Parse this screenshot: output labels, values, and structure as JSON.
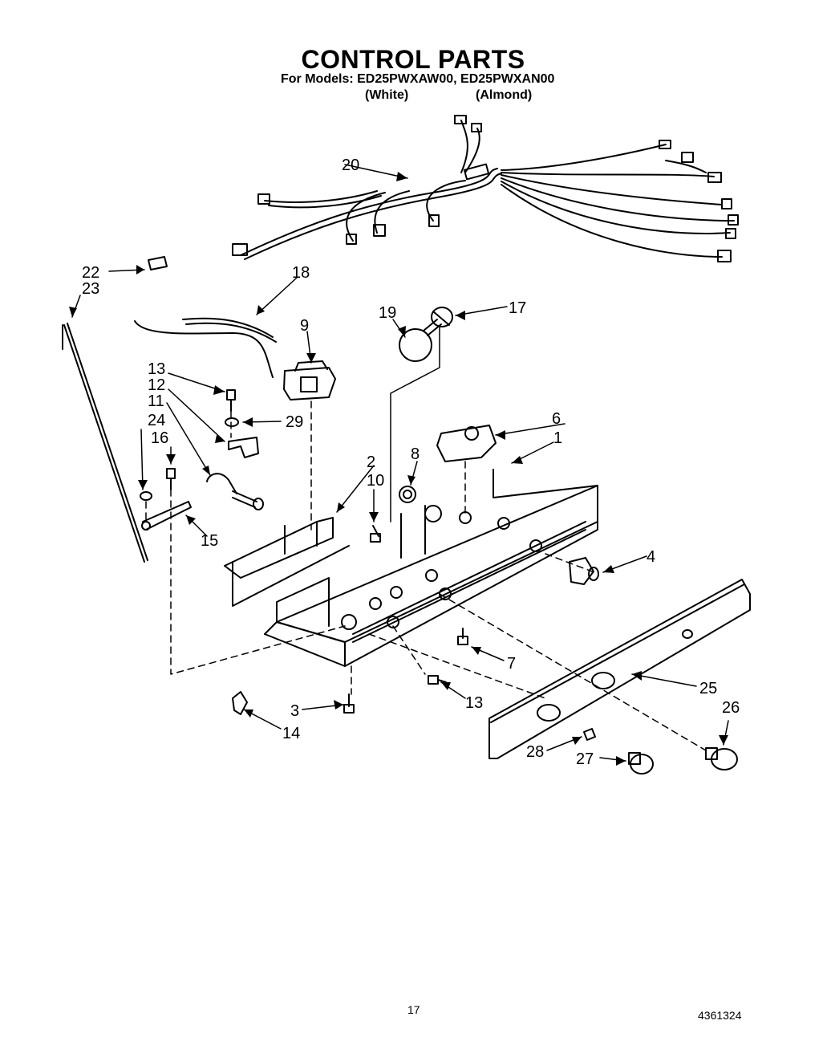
{
  "header": {
    "title": "CONTROL PARTS",
    "subtitle": "For Models: ED25PWXAW00, ED25PWXAN00",
    "variant_white": "(White)",
    "variant_almond": "(Almond)"
  },
  "callouts": {
    "c1": "1",
    "c2": "2",
    "c3": "3",
    "c4": "4",
    "c6": "6",
    "c7": "7",
    "c8": "8",
    "c9": "9",
    "c10": "10",
    "c11": "11",
    "c12": "12",
    "c13a": "13",
    "c13b": "13",
    "c14": "14",
    "c15": "15",
    "c16": "16",
    "c17": "17",
    "c18": "18",
    "c19": "19",
    "c20": "20",
    "c22": "22",
    "c23": "23",
    "c24": "24",
    "c25": "25",
    "c26": "26",
    "c27": "27",
    "c28": "28",
    "c29": "29"
  },
  "footer": {
    "page_number": "17",
    "doc_number": "4361324"
  }
}
